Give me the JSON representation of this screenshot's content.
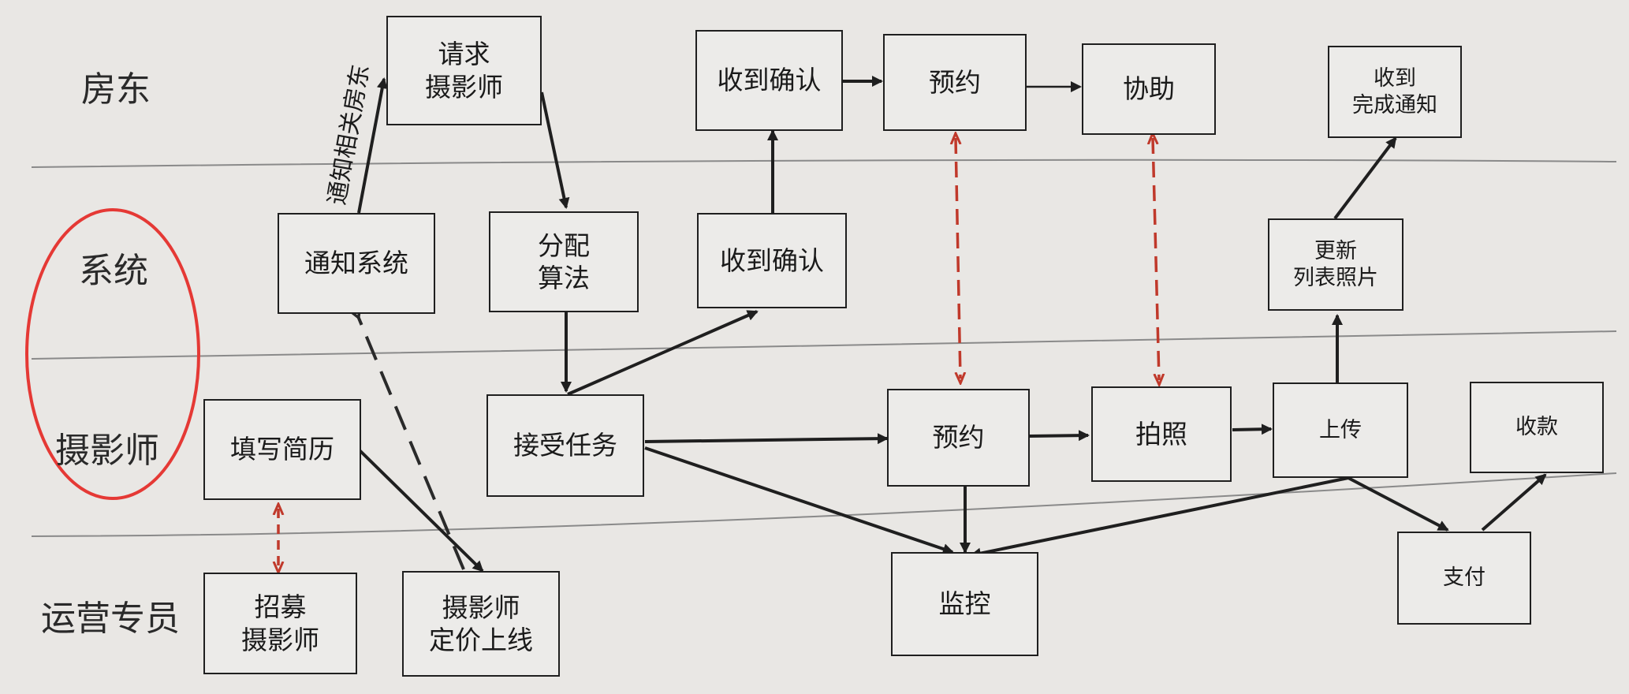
{
  "lanes": [
    {
      "id": "landlord",
      "label": "房东"
    },
    {
      "id": "system",
      "label": "系统"
    },
    {
      "id": "photographer",
      "label": "摄影师"
    },
    {
      "id": "operations",
      "label": "运营专员"
    }
  ],
  "nodes": {
    "request_photographer": {
      "label": "请求\n摄影师"
    },
    "landlord_receive_confirm": {
      "label": "收到确认"
    },
    "landlord_booking": {
      "label": "预约"
    },
    "assist": {
      "label": "协助"
    },
    "receive_completion": {
      "label": "收到\n完成通知"
    },
    "notify_system": {
      "label": "通知系统"
    },
    "assign_algorithm": {
      "label": "分配\n算法"
    },
    "system_receive_confirm": {
      "label": "收到确认"
    },
    "update_photos": {
      "label": "更新\n列表照片"
    },
    "fill_resume": {
      "label": "填写简历"
    },
    "accept_task": {
      "label": "接受任务"
    },
    "photographer_booking": {
      "label": "预约"
    },
    "take_photos": {
      "label": "拍照"
    },
    "upload": {
      "label": "上传"
    },
    "receive_payment": {
      "label": "收款"
    },
    "recruit": {
      "label": "招募\n摄影师"
    },
    "pricing_online": {
      "label": "摄影师\n定价上线"
    },
    "monitor": {
      "label": "监控"
    },
    "pay": {
      "label": "支付"
    }
  },
  "edge_labels": {
    "notify_landlord": "通知相关房东"
  },
  "colors": {
    "solid_edge": "#1f1f1f",
    "dashed_edge": "#2a2a2a",
    "red_dashed_edge": "#c0392b",
    "highlight_ellipse": "#e53935",
    "lane_divider": "#8a8a8a",
    "background": "#e9e7e4"
  }
}
